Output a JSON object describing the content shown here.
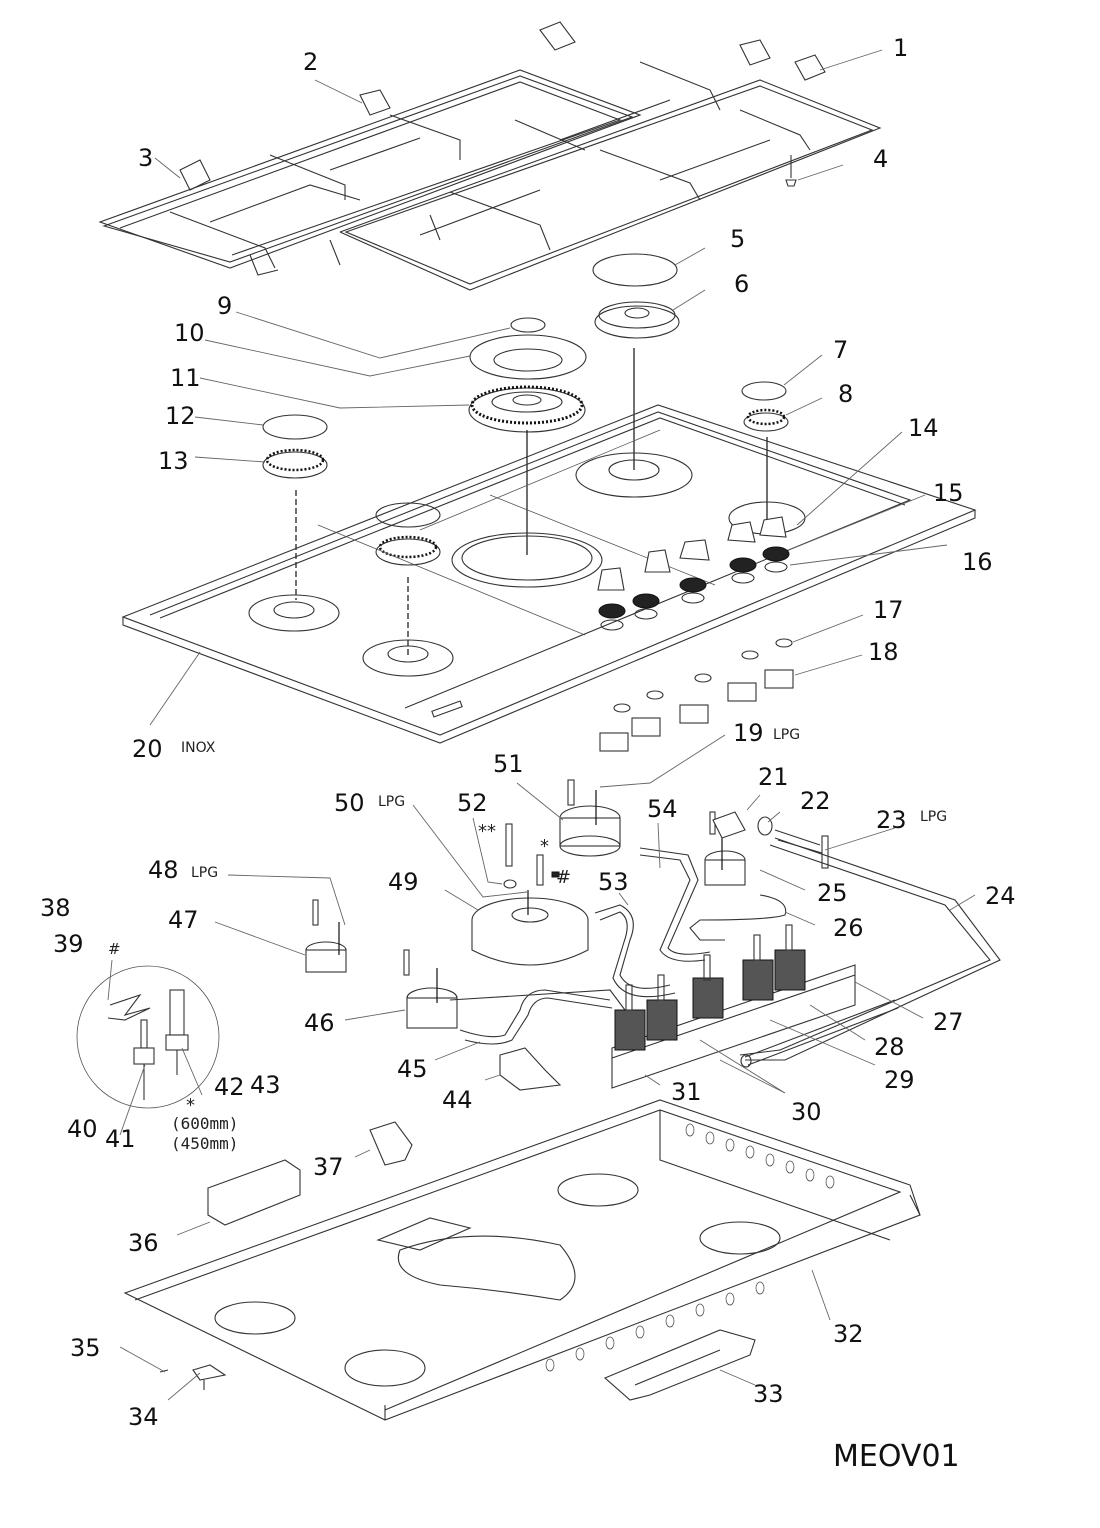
{
  "diagram": {
    "title_code": "MEOV01",
    "callouts": [
      {
        "id": "1",
        "label": "1"
      },
      {
        "id": "2",
        "label": "2"
      },
      {
        "id": "3",
        "label": "3"
      },
      {
        "id": "4",
        "label": "4"
      },
      {
        "id": "5",
        "label": "5"
      },
      {
        "id": "6",
        "label": "6"
      },
      {
        "id": "7",
        "label": "7"
      },
      {
        "id": "8",
        "label": "8"
      },
      {
        "id": "9",
        "label": "9"
      },
      {
        "id": "10",
        "label": "10"
      },
      {
        "id": "11",
        "label": "11"
      },
      {
        "id": "12",
        "label": "12"
      },
      {
        "id": "13",
        "label": "13"
      },
      {
        "id": "14",
        "label": "14"
      },
      {
        "id": "15",
        "label": "15"
      },
      {
        "id": "16",
        "label": "16"
      },
      {
        "id": "17",
        "label": "17"
      },
      {
        "id": "18",
        "label": "18"
      },
      {
        "id": "19",
        "label": "19"
      },
      {
        "id": "20",
        "label": "20"
      },
      {
        "id": "21",
        "label": "21"
      },
      {
        "id": "22",
        "label": "22"
      },
      {
        "id": "23",
        "label": "23"
      },
      {
        "id": "24",
        "label": "24"
      },
      {
        "id": "25",
        "label": "25"
      },
      {
        "id": "26",
        "label": "26"
      },
      {
        "id": "27",
        "label": "27"
      },
      {
        "id": "28",
        "label": "28"
      },
      {
        "id": "29",
        "label": "29"
      },
      {
        "id": "30",
        "label": "30"
      },
      {
        "id": "31",
        "label": "31"
      },
      {
        "id": "32",
        "label": "32"
      },
      {
        "id": "33",
        "label": "33"
      },
      {
        "id": "34",
        "label": "34"
      },
      {
        "id": "35",
        "label": "35"
      },
      {
        "id": "36",
        "label": "36"
      },
      {
        "id": "37",
        "label": "37"
      },
      {
        "id": "38",
        "label": "38"
      },
      {
        "id": "39",
        "label": "39"
      },
      {
        "id": "40",
        "label": "40"
      },
      {
        "id": "41",
        "label": "41"
      },
      {
        "id": "42",
        "label": "42"
      },
      {
        "id": "43",
        "label": "43"
      },
      {
        "id": "44",
        "label": "44"
      },
      {
        "id": "45",
        "label": "45"
      },
      {
        "id": "46",
        "label": "46"
      },
      {
        "id": "47",
        "label": "47"
      },
      {
        "id": "48",
        "label": "48"
      },
      {
        "id": "49",
        "label": "49"
      },
      {
        "id": "50",
        "label": "50"
      },
      {
        "id": "51",
        "label": "51"
      },
      {
        "id": "52",
        "label": "52"
      },
      {
        "id": "53",
        "label": "53"
      },
      {
        "id": "54",
        "label": "54"
      }
    ],
    "tags": {
      "part20_material": "INOX",
      "part19_gas": "LPG",
      "part23_gas": "LPG",
      "part48_gas": "LPG",
      "part50_gas": "LPG"
    },
    "symbols": {
      "double_asterisk": "**",
      "asterisk": "*",
      "hash": "#",
      "inset_hash": "#",
      "inset_asterisk": "*"
    },
    "inset_notes": {
      "length_1": "(600mm)",
      "length_2": "(450mm)"
    }
  }
}
